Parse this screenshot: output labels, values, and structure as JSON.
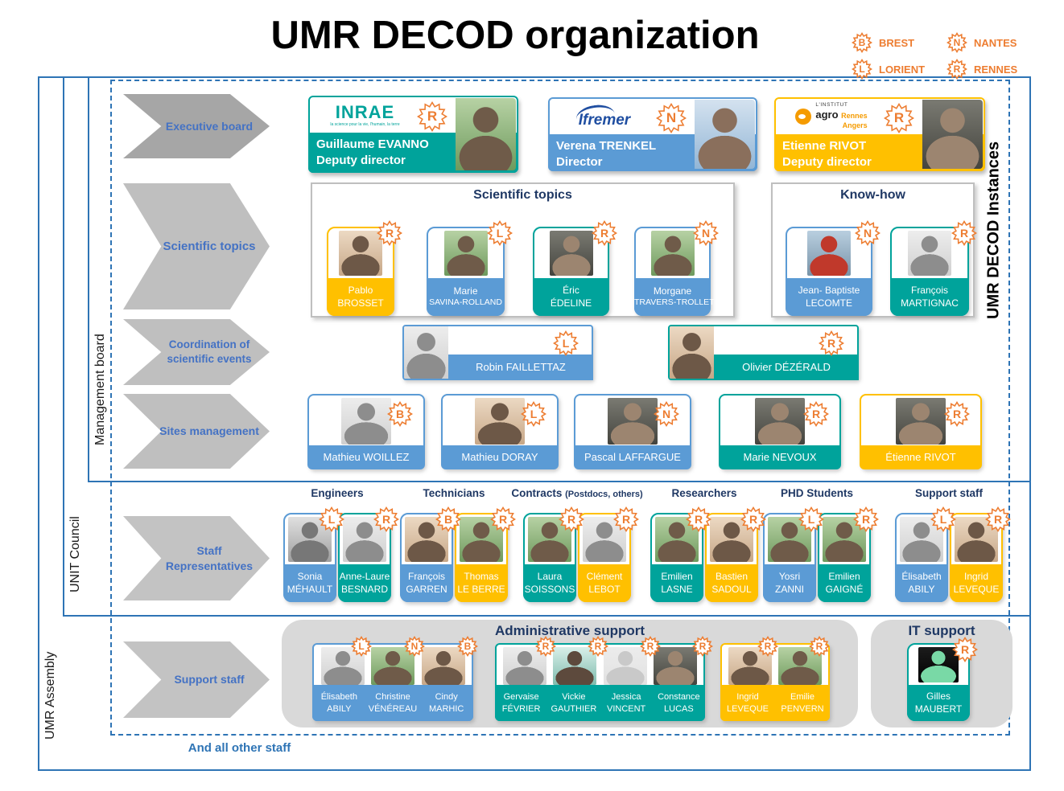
{
  "title": "UMR DECOD organization",
  "legend": [
    {
      "letter": "B",
      "label": "BREST"
    },
    {
      "letter": "N",
      "label": "NANTES"
    },
    {
      "letter": "L",
      "label": "LORIENT"
    },
    {
      "letter": "R",
      "label": "RENNES"
    }
  ],
  "frames": {
    "management_board": "Management board",
    "unit_council": "UNIT Council",
    "umr_assembly": "UMR Assembly",
    "instances": "UMR DECOD Instances",
    "footnote": "And all other staff"
  },
  "arrows": {
    "executive": "Executive board",
    "scientific": "Scientific topics",
    "coordination": "Coordination of scientific events",
    "sites": "Sites management",
    "staff_reps": "Staff Representatives",
    "support": "Support staff"
  },
  "exec": {
    "cards": [
      {
        "org": "INRAE",
        "org_tagline": "la science pour la vie, l'humain, la terre",
        "name": "Guillaume EVANNO",
        "role": "Deputy director",
        "badge": "R",
        "color": "teal"
      },
      {
        "org": "Ifremer",
        "name": "Verena TRENKEL",
        "role": "Director",
        "badge": "N",
        "color": "blue"
      },
      {
        "org_lines": [
          "L'INSTITUT",
          "agro",
          "Rennes",
          "Angers"
        ],
        "name": "Etienne RIVOT",
        "role": "Deputy director",
        "badge": "R",
        "color": "yellow"
      }
    ]
  },
  "sci": {
    "title": "Scientific topics",
    "cards": [
      {
        "first": "Pablo",
        "last": "BROSSET",
        "badge": "R",
        "color": "yellow"
      },
      {
        "first": "Marie",
        "last": "SAVINA-ROLLAND",
        "badge": "L",
        "color": "blue"
      },
      {
        "first": "Éric",
        "last": "ÉDELINE",
        "badge": "R",
        "color": "teal"
      },
      {
        "first": "Morgane",
        "last": "TRAVERS-TROLLET",
        "badge": "N",
        "color": "blue"
      }
    ]
  },
  "know": {
    "title": "Know-how",
    "cards": [
      {
        "first": "Jean- Baptiste",
        "last": "LECOMTE",
        "badge": "N",
        "color": "blue"
      },
      {
        "first": "François",
        "last": "MARTIGNAC",
        "badge": "R",
        "color": "teal"
      }
    ]
  },
  "coord": {
    "cards": [
      {
        "name": "Robin FAILLETTAZ",
        "badge": "L",
        "color": "blue"
      },
      {
        "name": "Olivier DÉZÉRALD",
        "badge": "R",
        "color": "teal"
      }
    ]
  },
  "sites": {
    "cards": [
      {
        "name": "Mathieu WOILLEZ",
        "badge": "B",
        "color": "blue"
      },
      {
        "name": "Mathieu DORAY",
        "badge": "L",
        "color": "blue"
      },
      {
        "name": "Pascal LAFFARGUE",
        "badge": "N",
        "color": "blue"
      },
      {
        "name": "Marie NEVOUX",
        "badge": "R",
        "color": "teal"
      },
      {
        "name": "Étienne RIVOT",
        "badge": "R",
        "color": "yellow"
      }
    ]
  },
  "reps": {
    "groups": [
      {
        "header": "Engineers",
        "people": [
          {
            "first": "Sonia",
            "last": "MÉHAULT",
            "badge": "L",
            "color": "blue"
          },
          {
            "first": "Anne-Laure",
            "last": "BESNARD",
            "badge": "R",
            "color": "teal"
          }
        ]
      },
      {
        "header": "Technicians",
        "people": [
          {
            "first": "François",
            "last": "GARREN",
            "badge": "B",
            "color": "blue"
          },
          {
            "first": "Thomas",
            "last": "LE BERRE",
            "badge": "R",
            "color": "yellow"
          }
        ]
      },
      {
        "header": "Contracts",
        "header_sub": "(Postdocs, others)",
        "people": [
          {
            "first": "Laura",
            "last": "SOISSONS",
            "badge": "R",
            "color": "teal"
          },
          {
            "first": "Clément",
            "last": "LEBOT",
            "badge": "R",
            "color": "yellow"
          }
        ]
      },
      {
        "header": "Researchers",
        "people": [
          {
            "first": "Emilien",
            "last": "LASNE",
            "badge": "R",
            "color": "teal"
          },
          {
            "first": "Bastien",
            "last": "SADOUL",
            "badge": "R",
            "color": "yellow"
          }
        ]
      },
      {
        "header": "PHD Students",
        "people": [
          {
            "first": "Yosri",
            "last": "ZANNI",
            "badge": "L",
            "color": "blue"
          },
          {
            "first": "Emilien",
            "last": "GAIGNÉ",
            "badge": "R",
            "color": "teal"
          }
        ]
      },
      {
        "header": "Support staff",
        "people": [
          {
            "first": "Élisabeth",
            "last": "ABILY",
            "badge": "L",
            "color": "blue"
          },
          {
            "first": "Ingrid",
            "last": "LEVEQUE",
            "badge": "R",
            "color": "yellow"
          }
        ]
      }
    ]
  },
  "admin": {
    "title": "Administrative support",
    "groups": [
      {
        "color": "blue",
        "people": [
          {
            "first": "Élisabeth",
            "last": "ABILY",
            "badge": "L"
          },
          {
            "first": "Christine",
            "last": "VÉNÉREAU",
            "badge": "N"
          },
          {
            "first": "Cindy",
            "last": "MARHIC",
            "badge": "B"
          }
        ]
      },
      {
        "color": "teal",
        "people": [
          {
            "first": "Gervaise",
            "last": "FÉVRIER",
            "badge": "R"
          },
          {
            "first": "Vickie",
            "last": "GAUTHIER",
            "badge": "R"
          },
          {
            "first": "Jessica",
            "last": "VINCENT",
            "badge": "R"
          },
          {
            "first": "Constance",
            "last": "LUCAS",
            "badge": "R"
          }
        ]
      },
      {
        "color": "yellow",
        "people": [
          {
            "first": "Ingrid",
            "last": "LEVEQUE",
            "badge": "R"
          },
          {
            "first": "Emilie",
            "last": "PENVERN",
            "badge": "R"
          }
        ]
      }
    ]
  },
  "it": {
    "title": "IT support",
    "card": {
      "first": "Gilles",
      "last": "MAUBERT",
      "badge": "R",
      "color": "teal"
    }
  },
  "colors": {
    "teal": "#00A39B",
    "blue": "#5B9BD5",
    "yellow": "#FFC000",
    "badge_orange": "#ED7D31",
    "frame_blue": "#2E74B5",
    "heading_navy": "#1F3864"
  }
}
